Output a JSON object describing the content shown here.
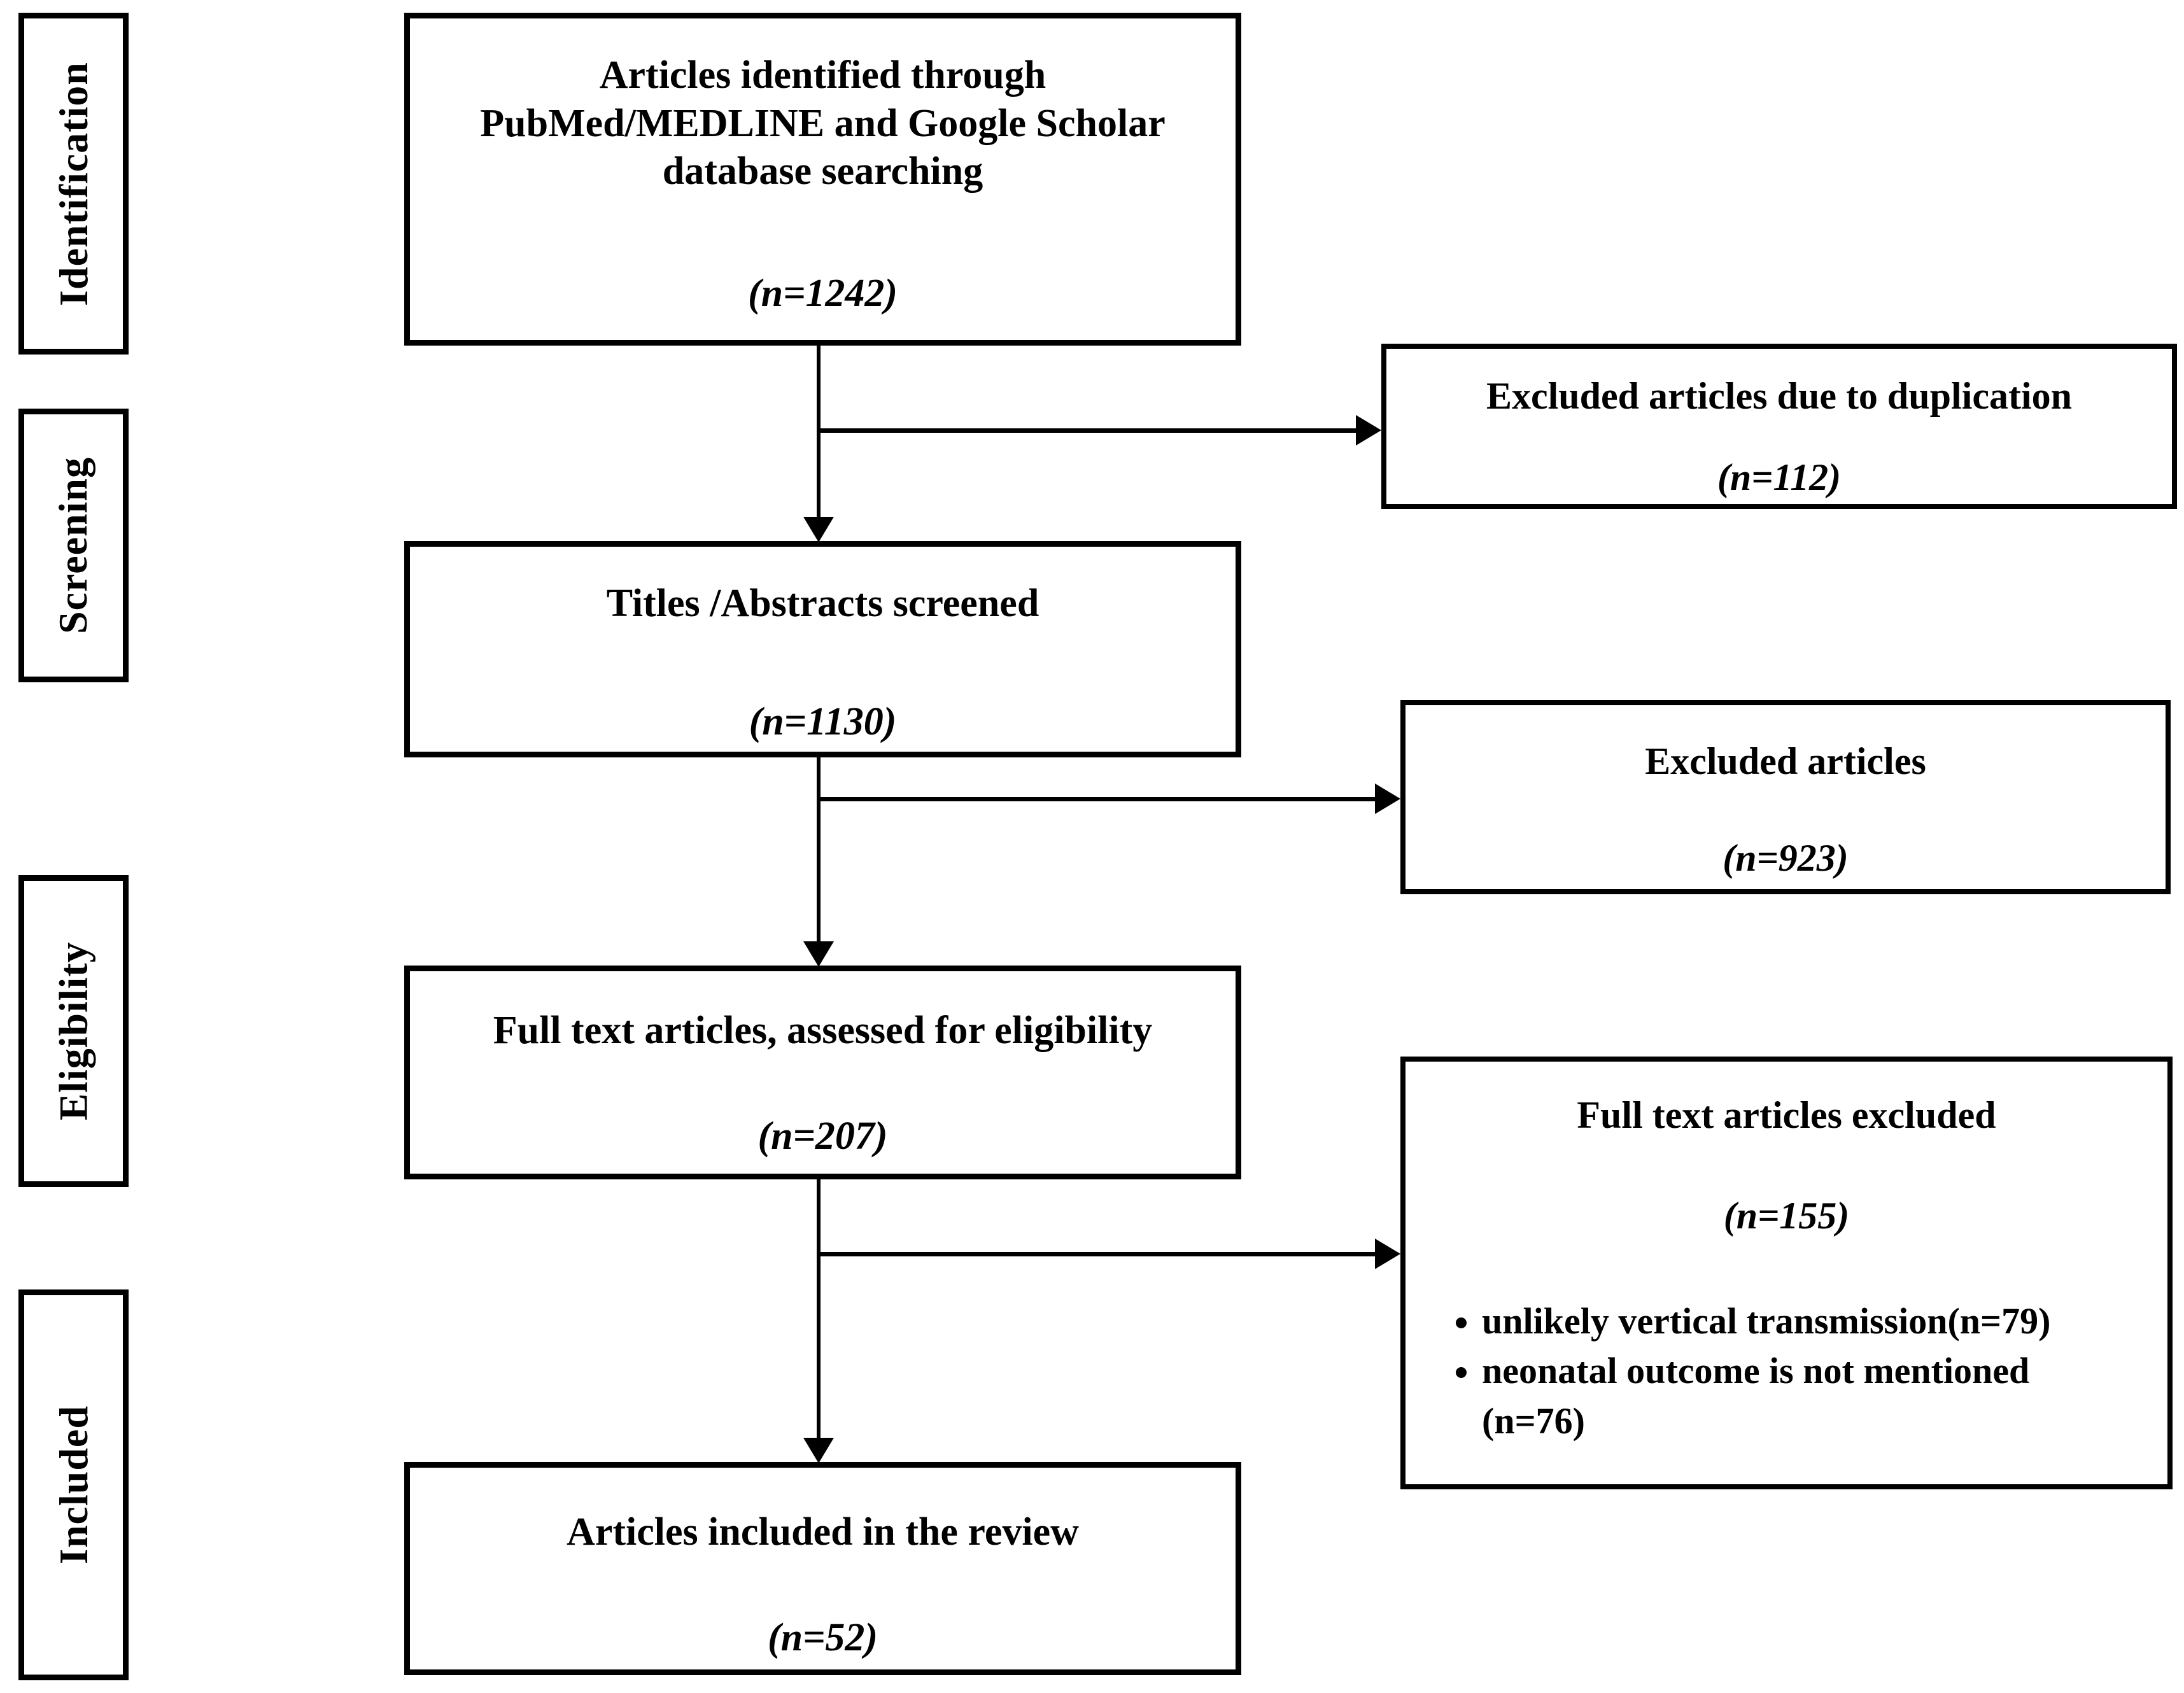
{
  "diagram_type": "PRISMA flow diagram",
  "colors": {
    "border": "#000000",
    "text": "#000000",
    "background": "#ffffff"
  },
  "stages": [
    {
      "label": "Identification"
    },
    {
      "label": "Screening"
    },
    {
      "label": "Eligibility"
    },
    {
      "label": "Included"
    }
  ],
  "main_flow": [
    {
      "title": "Articles identified through PubMed/MEDLINE and Google Scholar database searching",
      "count": "(n=1242)"
    },
    {
      "title": "Titles /Abstracts screened",
      "count": "(n=1130)"
    },
    {
      "title": "Full text articles, assessed for eligibility",
      "count": "(n=207)"
    },
    {
      "title": "Articles included in the review",
      "count": "(n=52)"
    }
  ],
  "exclusions": [
    {
      "title": "Excluded articles due to duplication",
      "count": "(n=112)"
    },
    {
      "title": "Excluded articles",
      "count": "(n=923)"
    },
    {
      "title": "Full text articles excluded",
      "count": "(n=155)",
      "bullets": [
        "unlikely vertical transmission(n=79)",
        "neonatal outcome is not mentioned (n=76)"
      ]
    }
  ]
}
